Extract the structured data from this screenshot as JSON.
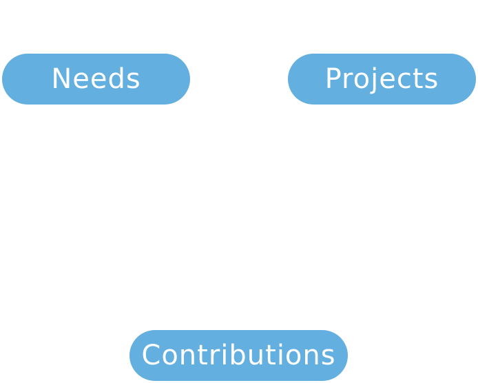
{
  "nodes": {
    "needs": {
      "label": "Needs"
    },
    "projects": {
      "label": "Projects"
    },
    "contributions": {
      "label": "Contributions"
    }
  },
  "colors": {
    "pill_fill": "#62afe0",
    "pill_text": "#ffffff",
    "background": "#ffffff"
  }
}
